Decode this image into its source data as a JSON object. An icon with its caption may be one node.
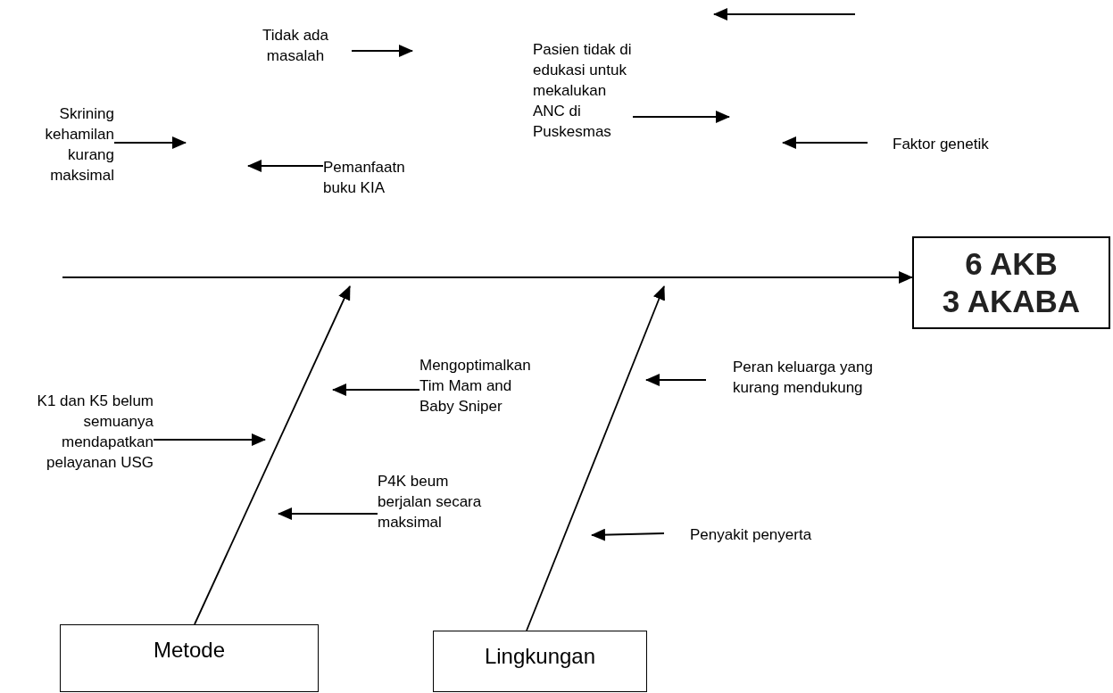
{
  "diagram": {
    "nodes": [
      {
        "text": [
          "Tidak ada masalah"
        ]
      },
      {
        "text": [
          "Pasien tidak di edukasi untuk mekalukan ANC di Puskesmas"
        ]
      },
      {
        "text": [
          "Skrining kehamilan kurang maksimal"
        ]
      },
      {
        "text": [
          "Faktor genetik"
        ]
      },
      {
        "text": [
          "Pemanfaatn buku KIA"
        ]
      },
      {
        "text": [
          "6 AKB",
          "3 AKABA"
        ]
      },
      {
        "text": [
          "Mengoptimalkan Tim Mam and Baby Sniper"
        ]
      },
      {
        "text": [
          "Peran keluarga yang kurang mendukung"
        ]
      },
      {
        "text": [
          "K1 dan K5 belum semuanya mendapatkan pelayanan USG"
        ]
      },
      {
        "text": [
          "P4K beum berjalan secara maksimal"
        ]
      },
      {
        "text": [
          "Penyakit penyerta"
        ]
      },
      {
        "text": [
          "Metode"
        ]
      },
      {
        "text": [
          "Lingkungan"
        ]
      }
    ],
    "edges": [
      {
        "from": null,
        "to": 5,
        "arrow": "to"
      },
      {
        "from": 11,
        "to": null,
        "arrow": "to"
      },
      {
        "from": 12,
        "to": null,
        "arrow": "to"
      },
      {
        "from": 0,
        "to": null,
        "arrow": "to"
      },
      {
        "from": 1,
        "to": null,
        "arrow": "to"
      },
      {
        "from": 2,
        "to": null,
        "arrow": "to"
      },
      {
        "from": 3,
        "to": null,
        "arrow": "to"
      },
      {
        "from": 4,
        "to": null,
        "arrow": "to"
      },
      {
        "from": 6,
        "to": null,
        "arrow": "to"
      },
      {
        "from": 7,
        "to": null,
        "arrow": "to"
      },
      {
        "from": 8,
        "to": null,
        "arrow": "to"
      },
      {
        "from": 9,
        "to": null,
        "arrow": "to"
      },
      {
        "from": 10,
        "to": null,
        "arrow": "to"
      }
    ]
  }
}
